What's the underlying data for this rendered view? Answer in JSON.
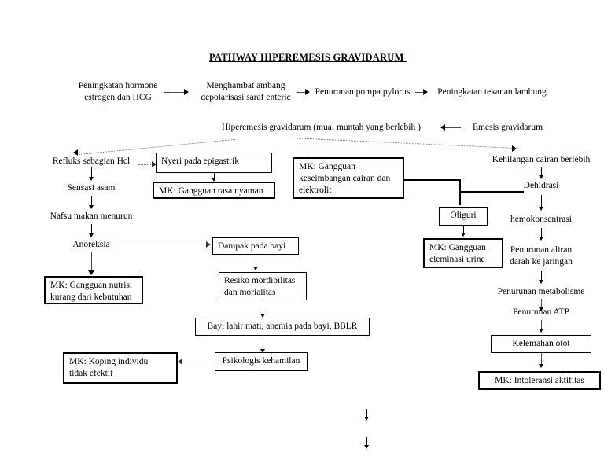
{
  "title": "PATHWAY HIPEREMESIS GRAVIDARUM ",
  "nodes": {
    "peningkatan_hormone": "Peningkatan hormone\nestrogen dan HCG",
    "menghambat_ambang": "Menghambat ambang\ndepolarisasi saraf enteric",
    "penurunan_pompa": "Penurunan pompa pylorus",
    "peningkatan_tekanan": "Peningkatan tekanan lambung",
    "hiperemesis": "Hiperemesis gravidarum (mual muntah yang berlebih )",
    "emesis": "Emesis gravidarum",
    "refluks": "Refluks sebagian Hcl",
    "sensasi_asam": "Sensasi asam",
    "nafsu_makan": "Nafsu makan menurun",
    "anoreksia": "Anoreksia",
    "kehilangan_cairan": "Kehilangan cairan berlebih",
    "dehidrasi": "Dehidrasi",
    "hemokonsentrasi": "hemokonsentrasi",
    "penurunan_aliran": "Penurunan aliran\ndarah ke jaringan",
    "penurunan_metabolisme": "Penurunan metabolisme",
    "penurunan_atp": "Penurunan ATP"
  },
  "boxes": {
    "nyeri_epigastrik": "Nyeri pada epigastrik",
    "mk_rasa_nyaman": "MK: Gangguan rasa nyaman",
    "mk_cairan_elektrolit": "MK: Gangguan\nkeseimbangan cairan dan\nelektrolit",
    "oliguri": "Oliguri",
    "mk_eleminasi_urine": "MK: Gangguan\neleminasi urine",
    "mk_nutrisi": "MK: Gangguan nutrisi\nkurang dari kebutuhan",
    "dampak_bayi": "Dampak pada bayi",
    "resiko_mordibilitas": "Resiko mordibilitas\ndan morialitas",
    "bayi_lahir_mati": "Bayi lahir mati, anemia pada bayi, BBLR",
    "psikologis": "Psikologis kehamilan",
    "mk_koping": "MK: Koping individu\ntidak efektif",
    "kelemahan_otot": "Kelemahan otot",
    "mk_intoleransi": "MK: Intoleransi aktifitas"
  }
}
